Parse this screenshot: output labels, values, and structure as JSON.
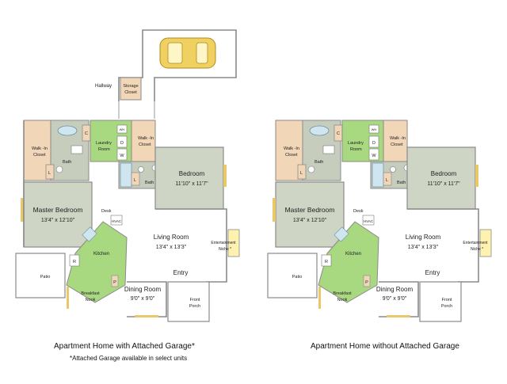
{
  "colors": {
    "bedroom": "#cfd5c4",
    "closet": "#f2d6b8",
    "kitchen": "#a8d880",
    "laundry": "#a8d880",
    "bath": "#c7cdbd",
    "storage": "#f2d6b8",
    "garage_car": "#f0d060",
    "window": "#e8c86a",
    "wall": "#8a8a8a"
  },
  "plan_with_garage": {
    "caption": "Apartment Home with Attached Garage*",
    "footnote": "*Attached Garage available in select units",
    "labels": {
      "hallway": "Hallway",
      "storage": "Storage",
      "storage2": "Closet",
      "laundry": "Laundry",
      "laundry2": "Room",
      "walkin_left": "Walk -In",
      "walkin_left2": "Closet",
      "walkin_right": "Walk -In",
      "walkin_right2": "Closet",
      "bath_left": "Bath",
      "bath_right": "Bath",
      "c": "C",
      "l": "L",
      "l2": "L",
      "dw": "D",
      "w": "W",
      "wh": "WH",
      "bedroom": "Bedroom",
      "bedroom_dim": "11'10\" x 11'7\"",
      "master": "Master Bedroom",
      "master_dim": "13'4\" x 12'10\"",
      "desk": "Desk",
      "hvac": "HVAC",
      "living": "Living Room",
      "living_dim": "13'4\" x 13'3\"",
      "entertain": "Entertainment",
      "entertain2": "Niche *",
      "kitchen": "Kitchen",
      "r": "R",
      "p": "P",
      "patio": "Patio",
      "entry": "Entry",
      "dining": "Dining Room",
      "dining_dim": "9'0\" x 9'0\"",
      "breakfast": "Breakfast",
      "breakfast2": "Nook",
      "porch": "Front",
      "porch2": "Porch"
    }
  },
  "plan_without_garage": {
    "caption": "Apartment Home without Attached Garage",
    "labels": {
      "laundry": "Laundry",
      "laundry2": "Room",
      "walkin_left": "Walk -In",
      "walkin_left2": "Closet",
      "walkin_right": "Walk -In",
      "walkin_right2": "Closet",
      "bath_left": "Bath",
      "bath_right": "Bath",
      "c": "C",
      "l": "L",
      "l2": "L",
      "dw": "D",
      "w": "W",
      "wh": "WH",
      "bedroom": "Bedroom",
      "bedroom_dim": "11'10\" x 11'7\"",
      "master": "Master Bedroom",
      "master_dim": "13'4\" x 12'10\"",
      "desk": "Desk",
      "hvac": "HVAC",
      "living": "Living Room",
      "living_dim": "13'4\" x 13'3\"",
      "entertain": "Entertainment",
      "entertain2": "Niche *",
      "kitchen": "Kitchen",
      "r": "R",
      "p": "P",
      "patio": "Patio",
      "entry": "Entry",
      "dining": "Dining Room",
      "dining_dim": "9'0\" x 9'0\"",
      "breakfast": "Breakfast",
      "breakfast2": "Nook",
      "porch": "Front",
      "porch2": "Porch"
    }
  }
}
